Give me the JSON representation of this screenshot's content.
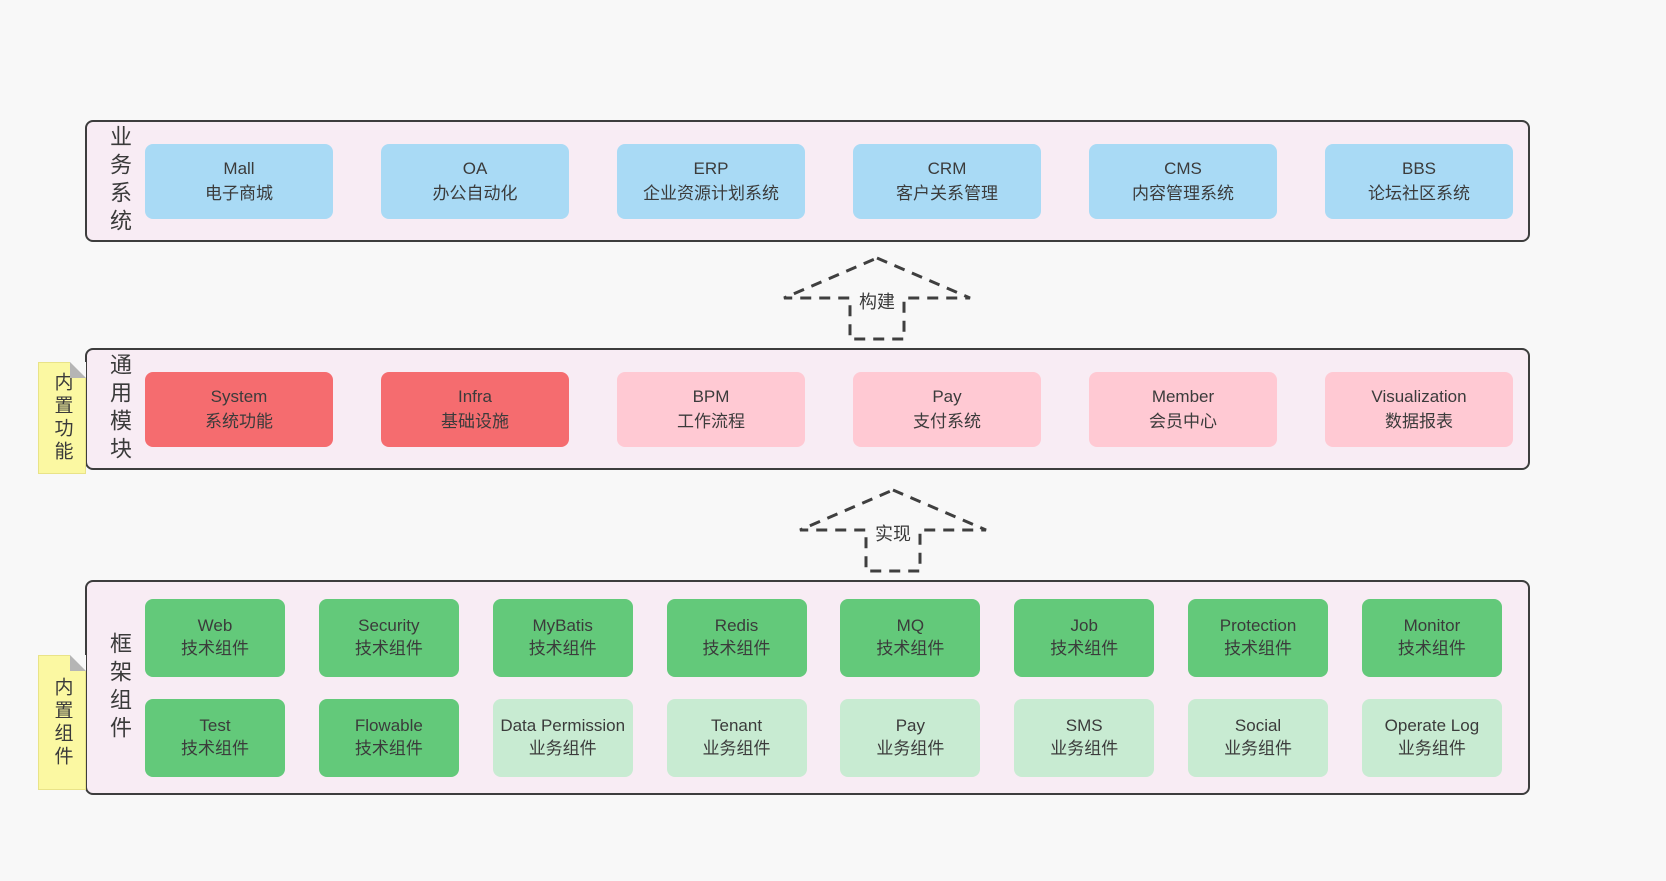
{
  "colors": {
    "page_background": "#f8f8f8",
    "band_background": "#f8ecf4",
    "band_border": "#3d3d3d",
    "business_box_blue": "#a9daf5",
    "core_module_red": "#f56c6f",
    "module_pink": "#ffc9d3",
    "tech_component_green": "#63c97a",
    "biz_component_light_green": "#c8ebd2",
    "note_yellow": "#fbf8a2",
    "note_fold_gray": "#b5b5b5",
    "text": "#3b3b3b"
  },
  "notes": [
    {
      "label": "内置功能"
    },
    {
      "label": "内置组件"
    }
  ],
  "arrows": [
    {
      "label": "构建"
    },
    {
      "label": "实现"
    }
  ],
  "bands": [
    {
      "label": "业务系统",
      "items": [
        {
          "title": "Mall",
          "subtitle": "电子商城",
          "variant": "blue"
        },
        {
          "title": "OA",
          "subtitle": "办公自动化",
          "variant": "blue"
        },
        {
          "title": "ERP",
          "subtitle": "企业资源计划系统",
          "variant": "blue"
        },
        {
          "title": "CRM",
          "subtitle": "客户关系管理",
          "variant": "blue"
        },
        {
          "title": "CMS",
          "subtitle": "内容管理系统",
          "variant": "blue"
        },
        {
          "title": "BBS",
          "subtitle": "论坛社区系统",
          "variant": "blue"
        }
      ]
    },
    {
      "label": "通用模块",
      "items": [
        {
          "title": "System",
          "subtitle": "系统功能",
          "variant": "red"
        },
        {
          "title": "Infra",
          "subtitle": "基础设施",
          "variant": "red"
        },
        {
          "title": "BPM",
          "subtitle": "工作流程",
          "variant": "pink"
        },
        {
          "title": "Pay",
          "subtitle": "支付系统",
          "variant": "pink"
        },
        {
          "title": "Member",
          "subtitle": "会员中心",
          "variant": "pink"
        },
        {
          "title": "Visualization",
          "subtitle": "数据报表",
          "variant": "pink"
        }
      ]
    },
    {
      "label": "框架组件",
      "rows": [
        [
          {
            "title": "Web",
            "subtitle": "技术组件",
            "variant": "green"
          },
          {
            "title": "Security",
            "subtitle": "技术组件",
            "variant": "green"
          },
          {
            "title": "MyBatis",
            "subtitle": "技术组件",
            "variant": "green"
          },
          {
            "title": "Redis",
            "subtitle": "技术组件",
            "variant": "green"
          },
          {
            "title": "MQ",
            "subtitle": "技术组件",
            "variant": "green"
          },
          {
            "title": "Job",
            "subtitle": "技术组件",
            "variant": "green"
          },
          {
            "title": "Protection",
            "subtitle": "技术组件",
            "variant": "green"
          },
          {
            "title": "Monitor",
            "subtitle": "技术组件",
            "variant": "green"
          }
        ],
        [
          {
            "title": "Test",
            "subtitle": "技术组件",
            "variant": "green"
          },
          {
            "title": "Flowable",
            "subtitle": "技术组件",
            "variant": "green"
          },
          {
            "title": "Data Permission",
            "subtitle": "业务组件",
            "variant": "green-light"
          },
          {
            "title": "Tenant",
            "subtitle": "业务组件",
            "variant": "green-light"
          },
          {
            "title": "Pay",
            "subtitle": "业务组件",
            "variant": "green-light"
          },
          {
            "title": "SMS",
            "subtitle": "业务组件",
            "variant": "green-light"
          },
          {
            "title": "Social",
            "subtitle": "业务组件",
            "variant": "green-light"
          },
          {
            "title": "Operate Log",
            "subtitle": "业务组件",
            "variant": "green-light"
          }
        ]
      ]
    }
  ]
}
